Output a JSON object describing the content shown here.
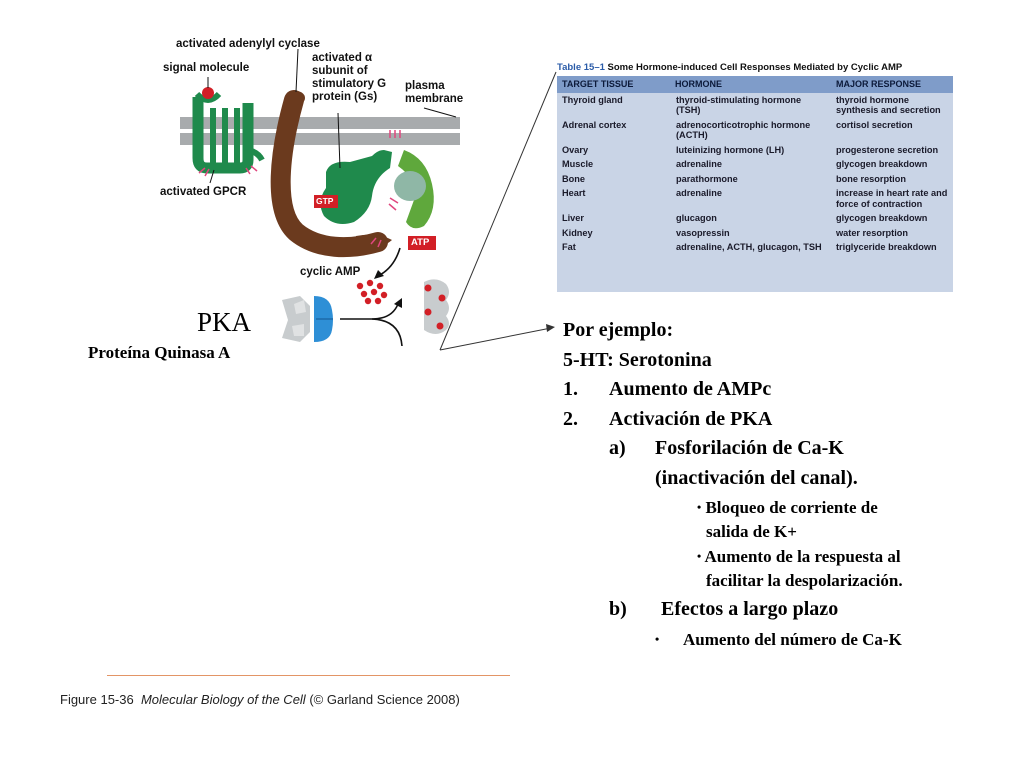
{
  "diagram": {
    "labels": {
      "activated_adenylyl_cyclase": "activated adenylyl cyclase",
      "signal_molecule": "signal molecule",
      "activated_alpha_line1": "activated α",
      "activated_alpha_line2": "subunit of",
      "activated_alpha_line3": "stimulatory G",
      "activated_alpha_line4": "protein (Gs)",
      "plasma_membrane_line1": "plasma",
      "plasma_membrane_line2": "membrane",
      "activated_gpcr": "activated GPCR",
      "gtp": "GTP",
      "atp": "ATP",
      "cyclic_amp": "cyclic AMP"
    },
    "pka": "PKA",
    "pka_full": "Proteína Quinasa A"
  },
  "table": {
    "number": "Table 15–1",
    "title": "Some Hormone-induced Cell Responses Mediated by Cyclic AMP",
    "headers": [
      "TARGET TISSUE",
      "HORMONE",
      "MAJOR RESPONSE"
    ],
    "rows": [
      [
        "Thyroid gland",
        "thyroid-stimulating hormone (TSH)",
        "thyroid hormone synthesis and secretion"
      ],
      [
        "Adrenal cortex",
        "adrenocorticotrophic hormone (ACTH)",
        "cortisol secretion"
      ],
      [
        "Ovary",
        "luteinizing hormone (LH)",
        "progesterone secretion"
      ],
      [
        "Muscle",
        "adrenaline",
        "glycogen breakdown"
      ],
      [
        "Bone",
        "parathormone",
        "bone resorption"
      ],
      [
        "Heart",
        "adrenaline",
        "increase in heart rate and force of contraction"
      ],
      [
        "Liver",
        "glucagon",
        "glycogen breakdown"
      ],
      [
        "Kidney",
        "vasopressin",
        "water resorption"
      ],
      [
        "Fat",
        "adrenaline, ACTH, glucagon, TSH",
        "triglyceride breakdown"
      ]
    ]
  },
  "notes": {
    "line1": "Por ejemplo:",
    "line2": "5-HT: Serotonina",
    "item1_num": "1.",
    "item1": "Aumento de AMPc",
    "item2_num": "2.",
    "item2": "Activación de PKA",
    "sub_a_mark": "a)",
    "sub_a_line1": "Fosforilación de Ca-K",
    "sub_a_line2": "(inactivación del canal).",
    "bullet1_line1": "Bloqueo de corriente de",
    "bullet1_line2": "salida de K+",
    "bullet2_line1": "Aumento de la respuesta al",
    "bullet2_line2": "facilitar la despolarización.",
    "sub_b_mark": "b)",
    "sub_b": "Efectos a largo plazo",
    "bullet3": "Aumento del número de Ca-K"
  },
  "caption": {
    "figure": "Figure 15-36",
    "book": "Molecular Biology of the Cell",
    "rest": "(© Garland Science 2008)"
  },
  "colors": {
    "green": "#1f8a4c",
    "brown": "#6b3a1e",
    "membrane": "#a8abad",
    "red_tag": "#d21f26",
    "pka_blue": "#2e8fd6",
    "table_bg": "#c9d4e6",
    "table_header": "#7f9cc9",
    "footer_rule": "#e39566"
  }
}
